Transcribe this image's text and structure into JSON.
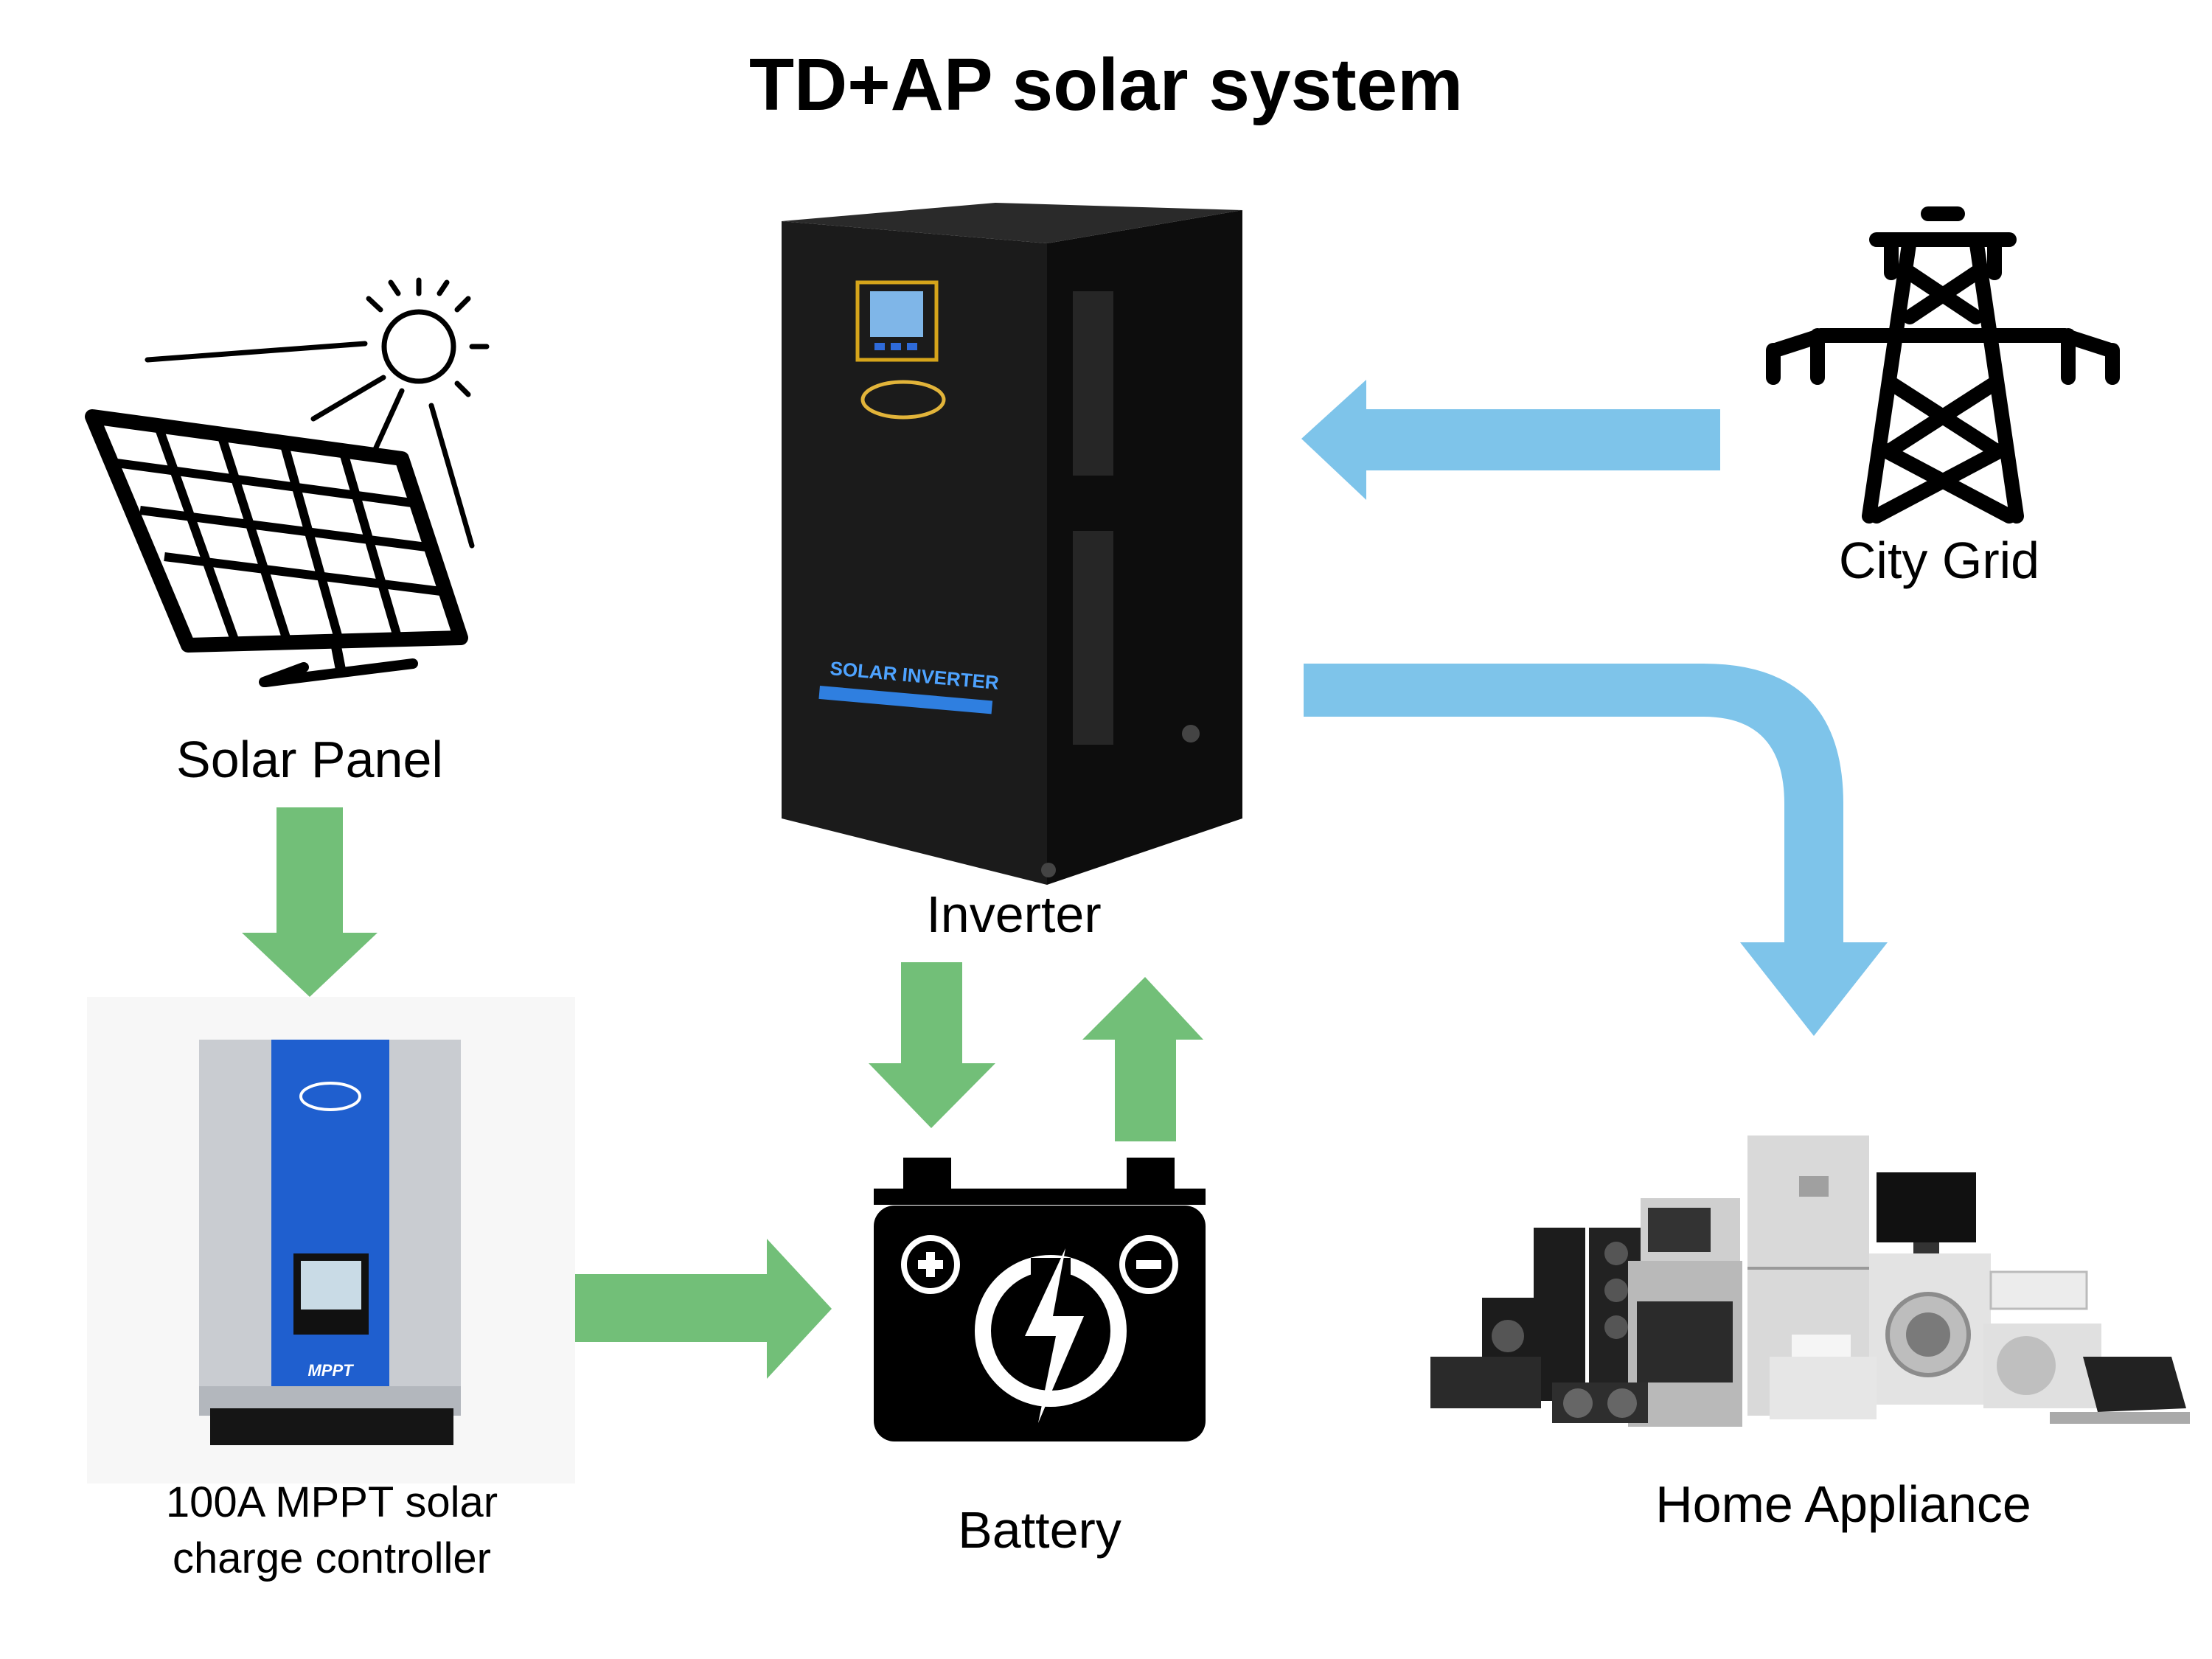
{
  "title": "TD+AP solar system",
  "nodes": {
    "solar_panel": "Solar Panel",
    "inverter": "Inverter",
    "city_grid": "City Grid",
    "controller_line1": "100A MPPT solar",
    "controller_line2": "charge controller",
    "battery": "Battery",
    "home_appliance": "Home Appliance"
  },
  "device_text": {
    "inverter_panel": "SOLAR INVERTER",
    "controller_panel": "MPPT"
  },
  "colors": {
    "green_arrow": "#72bf78",
    "blue_arrow": "#7ec4ea",
    "inverter_body": "#141414",
    "controller_blue": "#1f5fcf",
    "controller_silver": "#c9ccd1"
  }
}
